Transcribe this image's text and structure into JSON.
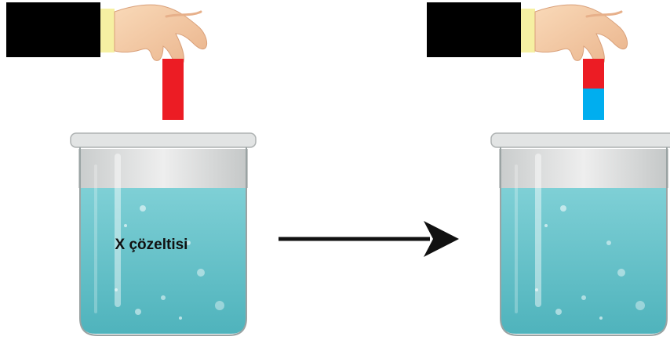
{
  "labels": {
    "left_beaker": "X çözeltisi"
  },
  "colors": {
    "sleeve": "#000000",
    "cuff": "#f6f0a2",
    "skin": "#f6cfa8",
    "paper_red": "#ec1c24",
    "paper_blue": "#00aeef",
    "solution": "#6fc5cb",
    "glass": "#d9dcdc",
    "arrow": "#111111"
  },
  "papers": {
    "left": {
      "state": "red"
    },
    "right": {
      "state": "red-top-blue-bottom"
    }
  }
}
